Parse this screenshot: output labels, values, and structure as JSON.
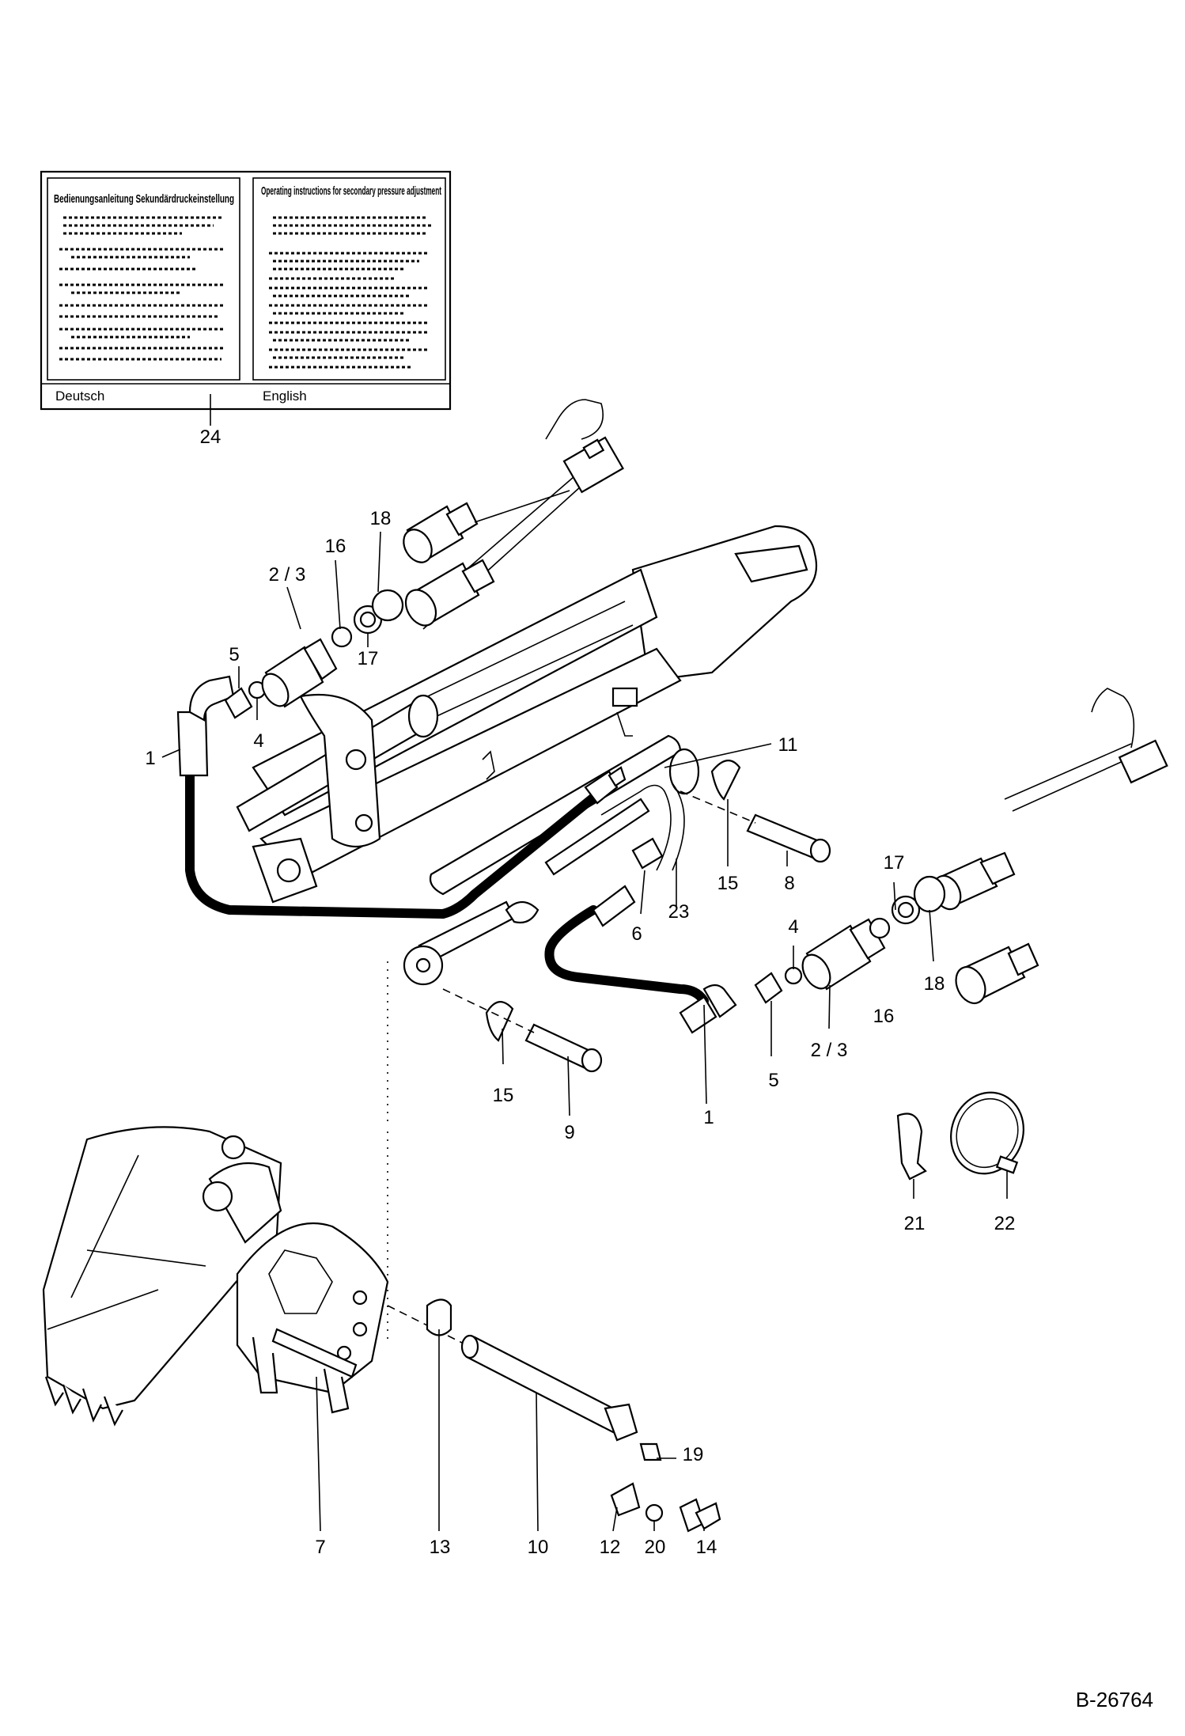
{
  "figure_code": "B-26764",
  "decal": {
    "left_title": "Bedienungsanleitung Sekundärdruckeinstellung",
    "right_title": "Operating instructions for secondary pressure adjustment",
    "left_lang": "Deutsch",
    "right_lang": "English"
  },
  "callouts": [
    "24",
    "18",
    "16",
    "2 / 3",
    "5",
    "17",
    "4",
    "1",
    "11",
    "15",
    "8",
    "23",
    "6",
    "17",
    "4",
    "18",
    "16",
    "2 / 3",
    "1",
    "5",
    "15",
    "9",
    "21",
    "22",
    "19",
    "7",
    "13",
    "10",
    "12",
    "20",
    "14"
  ]
}
